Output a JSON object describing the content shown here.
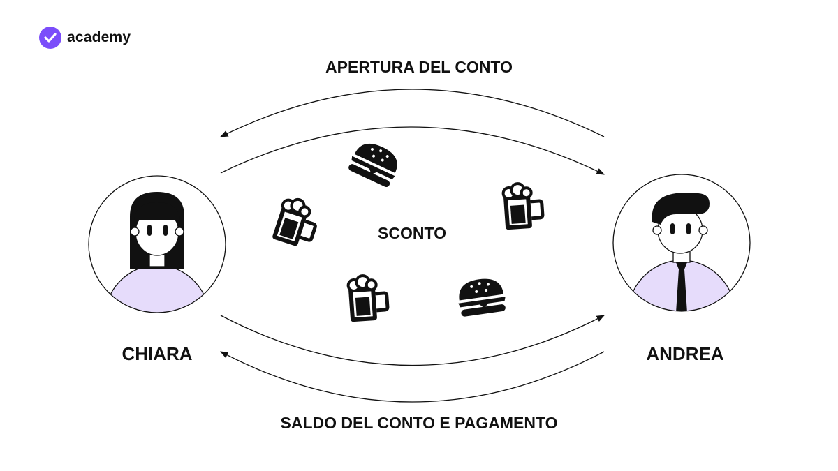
{
  "brand": {
    "name": "academy",
    "color": "#7b4dfa"
  },
  "labels": {
    "top_arrow": "APERTURA DEL CONTO",
    "bottom_arrow": "SALDO DEL CONTO E PAGAMENTO",
    "center": "SCONTO"
  },
  "people": {
    "left": {
      "name": "CHIARA",
      "icon": "woman-avatar-icon"
    },
    "right": {
      "name": "ANDREA",
      "icon": "man-avatar-icon"
    }
  },
  "items": [
    "burger-icon",
    "beer-mug-icon",
    "beer-mug-icon",
    "beer-mug-icon",
    "burger-icon"
  ],
  "colors": {
    "shirt": "#e6dcfb",
    "ink": "#111111"
  }
}
